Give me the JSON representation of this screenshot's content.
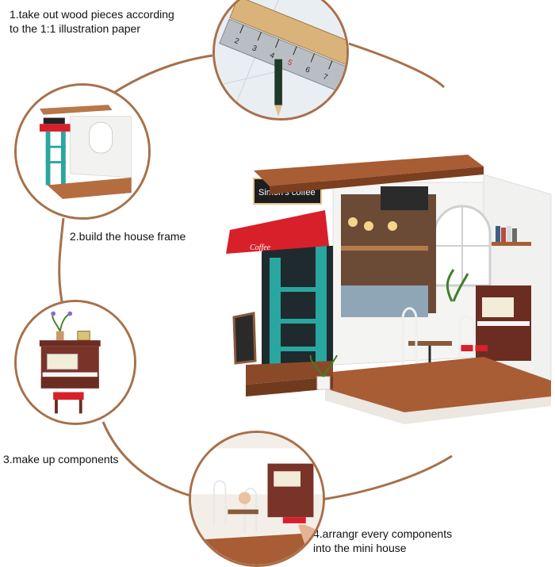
{
  "steps": [
    {
      "text": "1.take out wood pieces according\nto the 1:1 illustration paper"
    },
    {
      "text": "2.build the house frame"
    },
    {
      "text": "3.make up components"
    },
    {
      "text": "4.arrangr every components\ninto the mini house"
    }
  ],
  "house": {
    "sign_text": "Simon's coffee",
    "awning_text": "Coffee"
  },
  "ruler": {
    "ticks": [
      "2",
      "3",
      "4",
      "5",
      "6",
      "7"
    ]
  },
  "colors": {
    "wood": "#b56d3f",
    "roof": "#a85d34",
    "awning": "#d8202a",
    "teal": "#2aa6a0",
    "circle_border": "#a8704a"
  }
}
